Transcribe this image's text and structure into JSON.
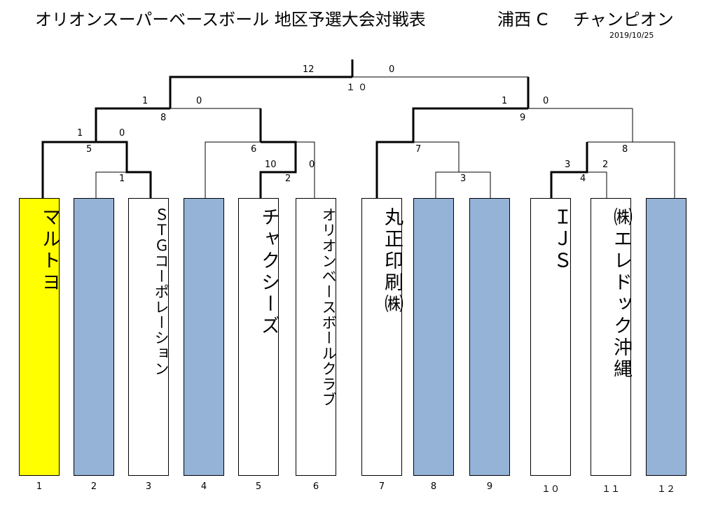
{
  "title": {
    "main": "オリオンスーパーベースボール  地区予選大会対戦表",
    "district": "浦西  C",
    "winner": "チャンピオン"
  },
  "date": "2019/10/25",
  "colors": {
    "winner": "#ffff00",
    "bye": "#95b3d7",
    "normal": "#ffffff"
  },
  "teams": [
    {
      "seed": "1",
      "name": "マルトヨ",
      "status": "winner"
    },
    {
      "seed": "2",
      "name": "",
      "status": "bye"
    },
    {
      "seed": "3",
      "name": "ＳＴＧコーポレーション",
      "status": "normal"
    },
    {
      "seed": "4",
      "name": "",
      "status": "bye"
    },
    {
      "seed": "5",
      "name": "チャクシーズ",
      "status": "normal"
    },
    {
      "seed": "6",
      "name": "オリオンベースボールクラブ",
      "status": "normal"
    },
    {
      "seed": "7",
      "name": "丸正印刷㈱",
      "status": "normal"
    },
    {
      "seed": "8",
      "name": "",
      "status": "bye"
    },
    {
      "seed": "9",
      "name": "",
      "status": "bye"
    },
    {
      "seed": "１０",
      "name": "ＩＪＳ",
      "status": "normal"
    },
    {
      "seed": "１１",
      "name": "㈱エレドック沖縄",
      "status": "normal"
    },
    {
      "seed": "１２",
      "name": "",
      "status": "bye"
    }
  ],
  "games": {
    "g1": "1",
    "g2": "2",
    "g3": "3",
    "g4": "4",
    "g5": "5",
    "g6": "6",
    "g7": "7",
    "g8": "8",
    "g9": "9",
    "g10": "１ ０"
  },
  "scores": {
    "g2_left": "10",
    "g2_right": "0",
    "g5_left": "1",
    "g5_right": "0",
    "g4_left": "3",
    "g4_right": "2",
    "g8_left": "1",
    "g8_right": "0",
    "g9_left": "1",
    "g9_right": "0",
    "g10_left": "12",
    "g10_right": "0"
  }
}
